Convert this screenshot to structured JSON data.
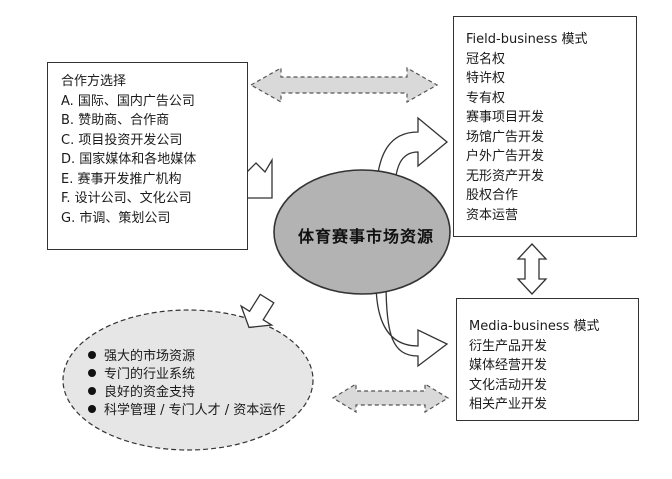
{
  "center": {
    "label": "体育赛事市场资源"
  },
  "partners": {
    "title": "合作方选择",
    "items": [
      "A. 国际、国内广告公司",
      "B. 赞助商、合作商",
      "C. 项目投资开发公司",
      "D. 国家媒体和各地媒体",
      "E. 赛事开发推广机构",
      "F. 设计公司、文化公司",
      "G. 市调、策划公司"
    ]
  },
  "field_business": {
    "title": "Field-business 模式",
    "items": [
      "冠名权",
      "特许权",
      "专有权",
      "赛事项目开发",
      "场馆广告开发",
      "户外广告开发",
      "无形资产开发",
      "股权合作",
      "资本运营"
    ]
  },
  "media_business": {
    "title": "Media-business 模式",
    "items": [
      "衍生产品开发",
      "媒体经营开发",
      "文化活动开发",
      "相关产业开发"
    ]
  },
  "resources": {
    "items": [
      "强大的市场资源",
      "专门的行业系统",
      "良好的资金支持",
      "科学管理 / 专门人才 / 资本运作"
    ]
  },
  "colors": {
    "ellipse_fill": "#b3b3b3",
    "dashed_ellipse_fill": "#e6e6e6",
    "double_arrow_fill": "#d9d9d9"
  }
}
